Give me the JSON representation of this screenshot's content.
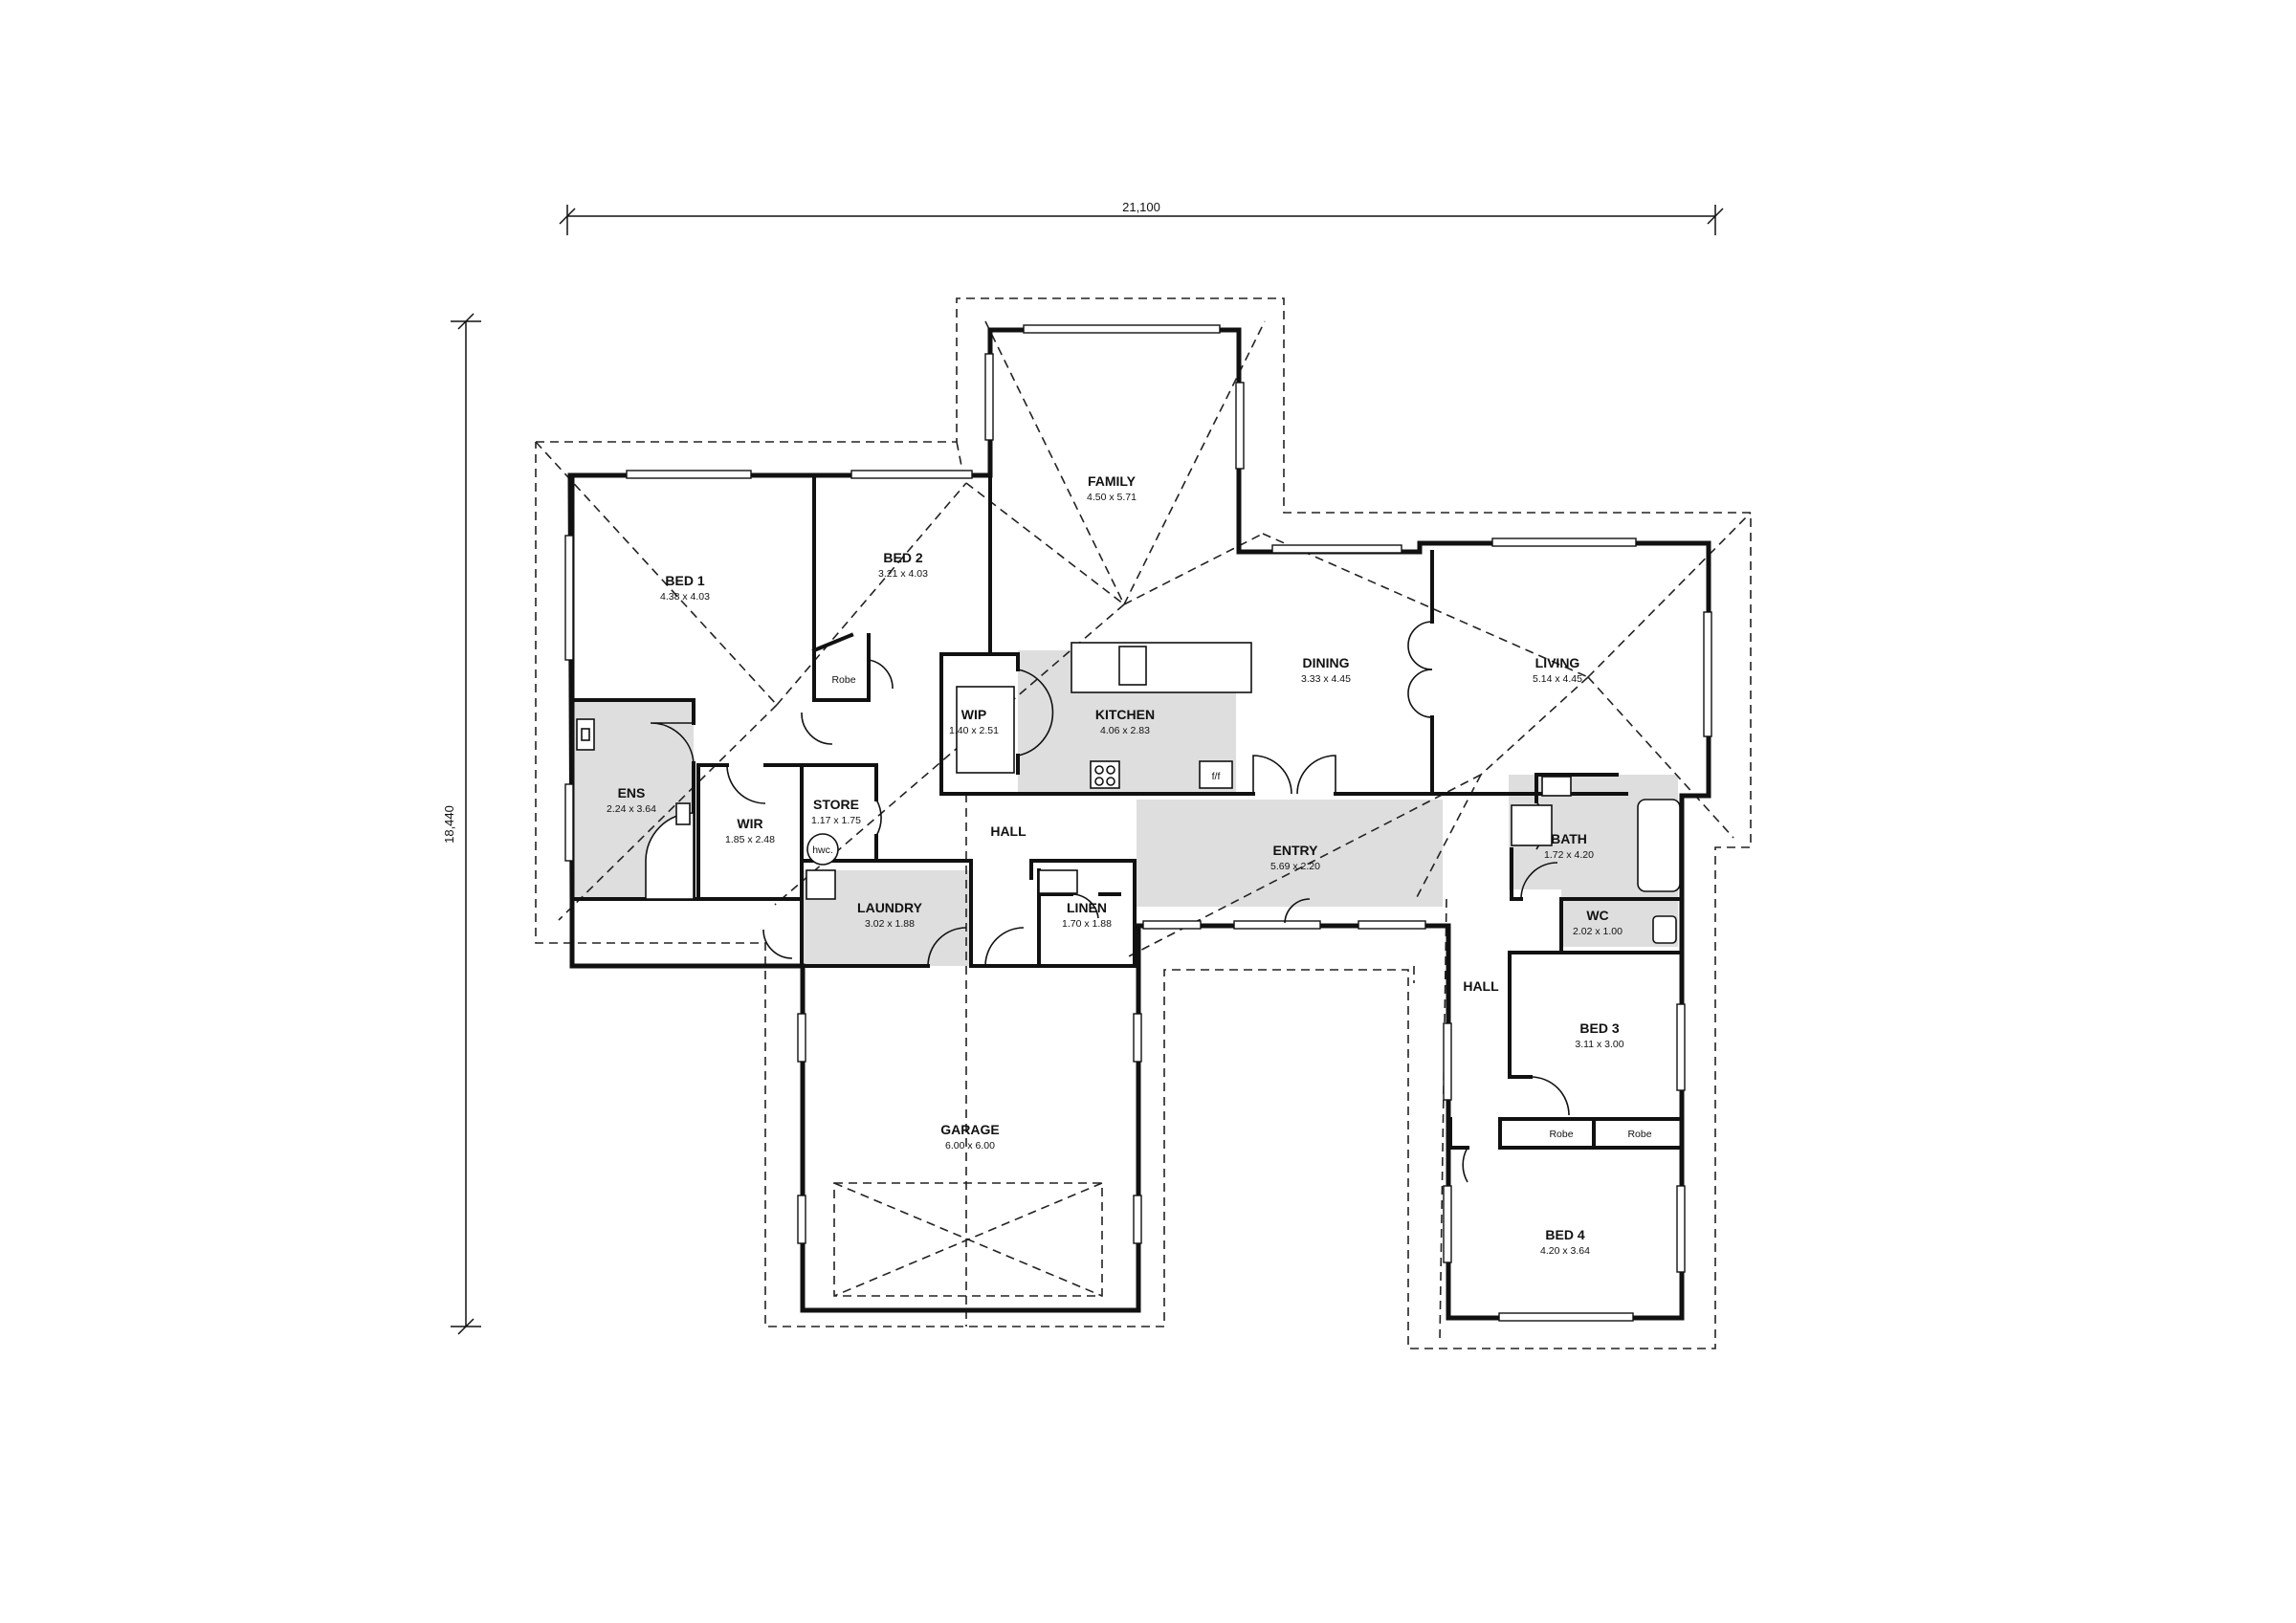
{
  "dimensions": {
    "overall_width": "21,100",
    "overall_depth": "18,440"
  },
  "rooms": {
    "bed1": {
      "name": "BED 1",
      "size": "4.38 x 4.03"
    },
    "bed2": {
      "name": "BED 2",
      "size": "3.21 x 4.03"
    },
    "family": {
      "name": "FAMILY",
      "size": "4.50 x 5.71"
    },
    "dining": {
      "name": "DINING",
      "size": "3.33 x 4.45"
    },
    "living": {
      "name": "LIVING",
      "size": "5.14 x 4.45"
    },
    "kitchen": {
      "name": "KITCHEN",
      "size": "4.06 x 2.83"
    },
    "wip": {
      "name": "WIP",
      "size": "1.40 x 2.51"
    },
    "ens": {
      "name": "ENS",
      "size": "2.24 x 3.64"
    },
    "wir": {
      "name": "WIR",
      "size": "1.85 x 2.48"
    },
    "store": {
      "name": "STORE",
      "size": "1.17 x 1.75"
    },
    "laundry": {
      "name": "LAUNDRY",
      "size": "3.02 x 1.88"
    },
    "linen": {
      "name": "LINEN",
      "size": "1.70 x 1.88"
    },
    "entry": {
      "name": "ENTRY",
      "size": "5.69 x 2.20"
    },
    "bath": {
      "name": "BATH",
      "size": "1.72 x 4.20"
    },
    "wc": {
      "name": "WC",
      "size": "2.02 x 1.00"
    },
    "bed3": {
      "name": "BED 3",
      "size": "3.11 x 3.00"
    },
    "bed4": {
      "name": "BED 4",
      "size": "4.20 x 3.64"
    },
    "garage": {
      "name": "GARAGE",
      "size": "6.00 x 6.00"
    },
    "hall_west": {
      "name": "HALL"
    },
    "hall_east": {
      "name": "HALL"
    }
  },
  "labels": {
    "robe_bed2": "Robe",
    "robe_bed3": "Robe",
    "robe_bed4": "Robe",
    "hwc": "hwc.",
    "ff": "f/f"
  }
}
